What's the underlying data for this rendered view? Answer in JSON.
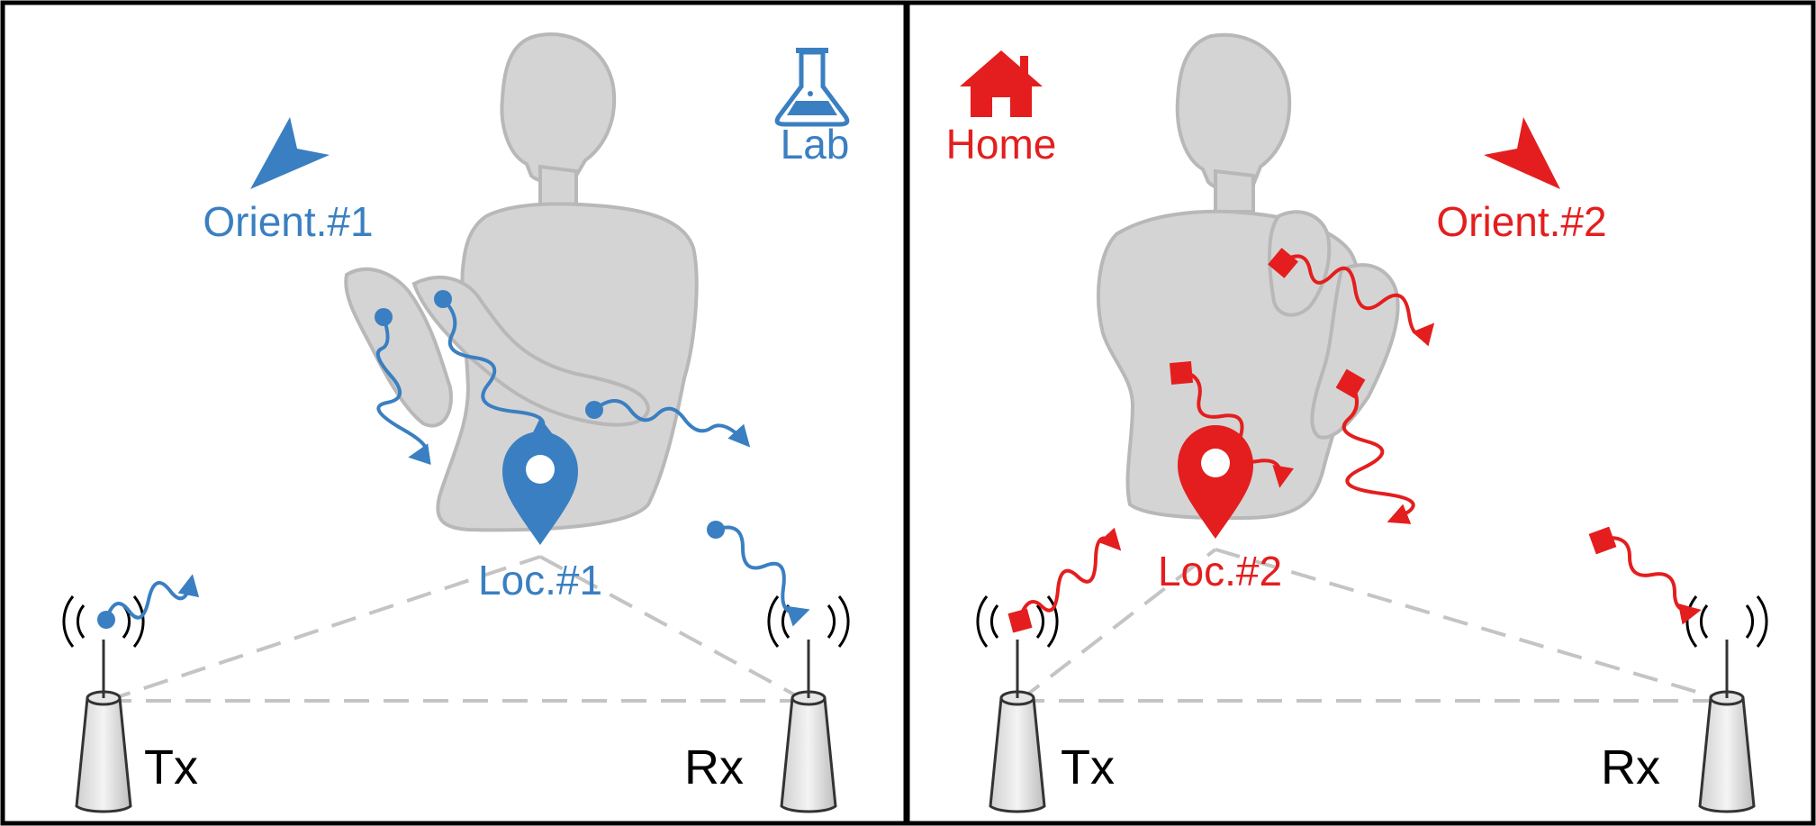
{
  "colors": {
    "lab": "#3a7fc1",
    "home": "#e41e1e",
    "human_fill": "#d4d4d4",
    "human_stroke": "#b8b8b8",
    "link": "#c4c4c4",
    "border": "#000000"
  },
  "panels": [
    {
      "scene_label": "Lab",
      "scene_icon": "flask-icon",
      "orientation_label": "Orient.#1",
      "location_label": "Loc.#1",
      "transmitter_label": "Tx",
      "receiver_label": "Rx"
    },
    {
      "scene_label": "Home",
      "scene_icon": "house-icon",
      "orientation_label": "Orient.#2",
      "location_label": "Loc.#2",
      "transmitter_label": "Tx",
      "receiver_label": "Rx"
    }
  ]
}
